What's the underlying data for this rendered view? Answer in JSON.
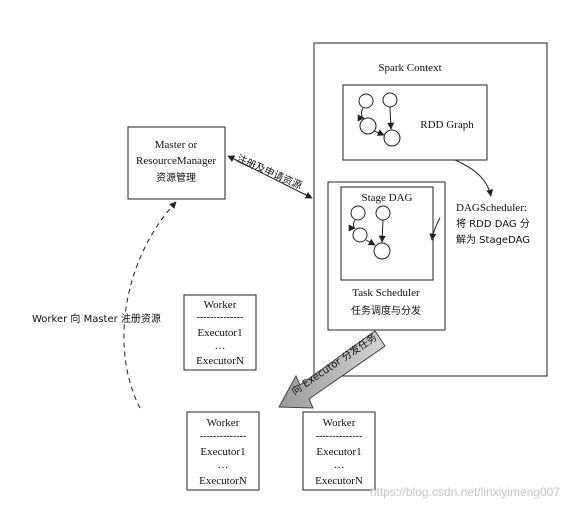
{
  "spark_context": {
    "title": "Spark Context"
  },
  "rdd_graph": {
    "label": "RDD Graph"
  },
  "stage_dag": {
    "label": "Stage DAG"
  },
  "task_scheduler": {
    "title": "Task Scheduler",
    "subtitle": "任务调度与分发"
  },
  "master": {
    "line1": "Master or",
    "line2": "ResourceManager",
    "line3": "资源管理"
  },
  "dag_scheduler_note": {
    "line1": "DAGScheduler:",
    "line2": "将 RDD DAG 分",
    "line3": "解为 StageDAG"
  },
  "register_arrow": {
    "label": "注册及申请资源"
  },
  "dispatch_arrow": {
    "label": "向 Executor 分发任务"
  },
  "worker_register_note": {
    "label": "Worker 向 Master 注册资源"
  },
  "workers": [
    {
      "title": "Worker",
      "divider": "--------------",
      "exec1": "Executor1",
      "dots": "…",
      "execN": "ExecutorN"
    },
    {
      "title": "Worker",
      "divider": "--------------",
      "exec1": "Executor1",
      "dots": "…",
      "execN": "ExecutorN"
    },
    {
      "title": "Worker",
      "divider": "--------------",
      "exec1": "Executor1",
      "dots": "…",
      "execN": "ExecutorN"
    }
  ],
  "watermark": {
    "text": "https://blog.csdn.net/linxiyimeng007"
  }
}
